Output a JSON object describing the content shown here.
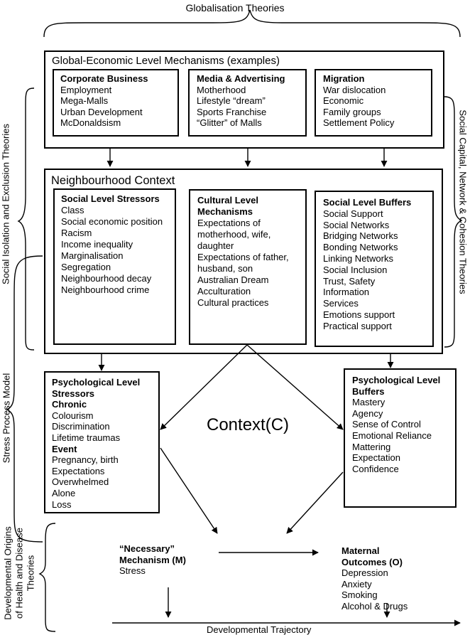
{
  "title": "Globalisation Theories",
  "global_box": {
    "title": "Global-Economic Level Mechanisms (examples)",
    "columns": [
      {
        "heading": "Corporate Business",
        "items": [
          "Employment",
          "Mega-Malls",
          "Urban Development",
          "McDonaldsism"
        ]
      },
      {
        "heading": "Media & Advertising",
        "items": [
          "Motherhood",
          "Lifestyle “dream”",
          "Sports Franchise",
          "“Glitter” of Malls"
        ]
      },
      {
        "heading": "Migration",
        "items": [
          "War dislocation",
          "Economic",
          "Family groups",
          "Settlement Policy"
        ]
      }
    ]
  },
  "neighbourhood": {
    "title": "Neighbourhood Context",
    "stressors": {
      "heading": "Social Level Stressors",
      "items": [
        "Class",
        "Social economic position",
        "Racism",
        "Income inequality",
        "Marginalisation",
        "Segregation",
        "Neighbourhood decay",
        "Neighbourhood crime"
      ]
    },
    "cultural": {
      "heading_lines": [
        "Cultural Level",
        "Mechanisms"
      ],
      "items": [
        "Expectations of",
        "motherhood, wife,",
        "daughter",
        "Expectations of father,",
        "husband, son",
        "Australian Dream",
        "Acculturation",
        "Cultural practices"
      ]
    },
    "buffers": {
      "heading": "Social Level Buffers",
      "items": [
        "Social Support",
        "Social Networks",
        "Bridging Networks",
        "Bonding Networks",
        "Linking Networks",
        "Social Inclusion",
        "Trust, Safety",
        "Information",
        "Services",
        "Emotions support",
        "Practical support"
      ]
    }
  },
  "psych_stressors": {
    "heading_lines": [
      "Psychological Level",
      "Stressors"
    ],
    "chronic_heading": "Chronic",
    "chronic_items": [
      "Colourism",
      "Discrimination",
      "Lifetime traumas"
    ],
    "event_heading": "Event",
    "event_items": [
      "Pregnancy, birth",
      "Expectations",
      "Overwhelmed",
      "Alone",
      "Loss"
    ]
  },
  "psych_buffers": {
    "heading_lines": [
      "Psychological Level",
      "Buffers"
    ],
    "items": [
      "Mastery",
      "Agency",
      "Sense of Control",
      "Emotional Reliance",
      "Mattering",
      "Expectation",
      "Confidence"
    ]
  },
  "context_label": "Context(C)",
  "mechanism": {
    "heading_lines": [
      "“Necessary”",
      "Mechanism (M)"
    ],
    "items": [
      "Stress"
    ]
  },
  "outcomes": {
    "heading_lines": [
      "Maternal",
      "Outcomes (O)"
    ],
    "items": [
      "Depression",
      "Anxiety",
      "Smoking",
      "Alcohol & Drugs"
    ]
  },
  "trajectory_label": "Developmental Trajectory",
  "side_labels": {
    "left_top": "Social Isolation and Exclusion Theories",
    "left_middle": "Stress Process Model",
    "left_bottom_lines": [
      "Developmental Origins",
      "of Health and Disease",
      "Theories"
    ],
    "right": "Social Capital, Network & Cohesion Theories"
  }
}
